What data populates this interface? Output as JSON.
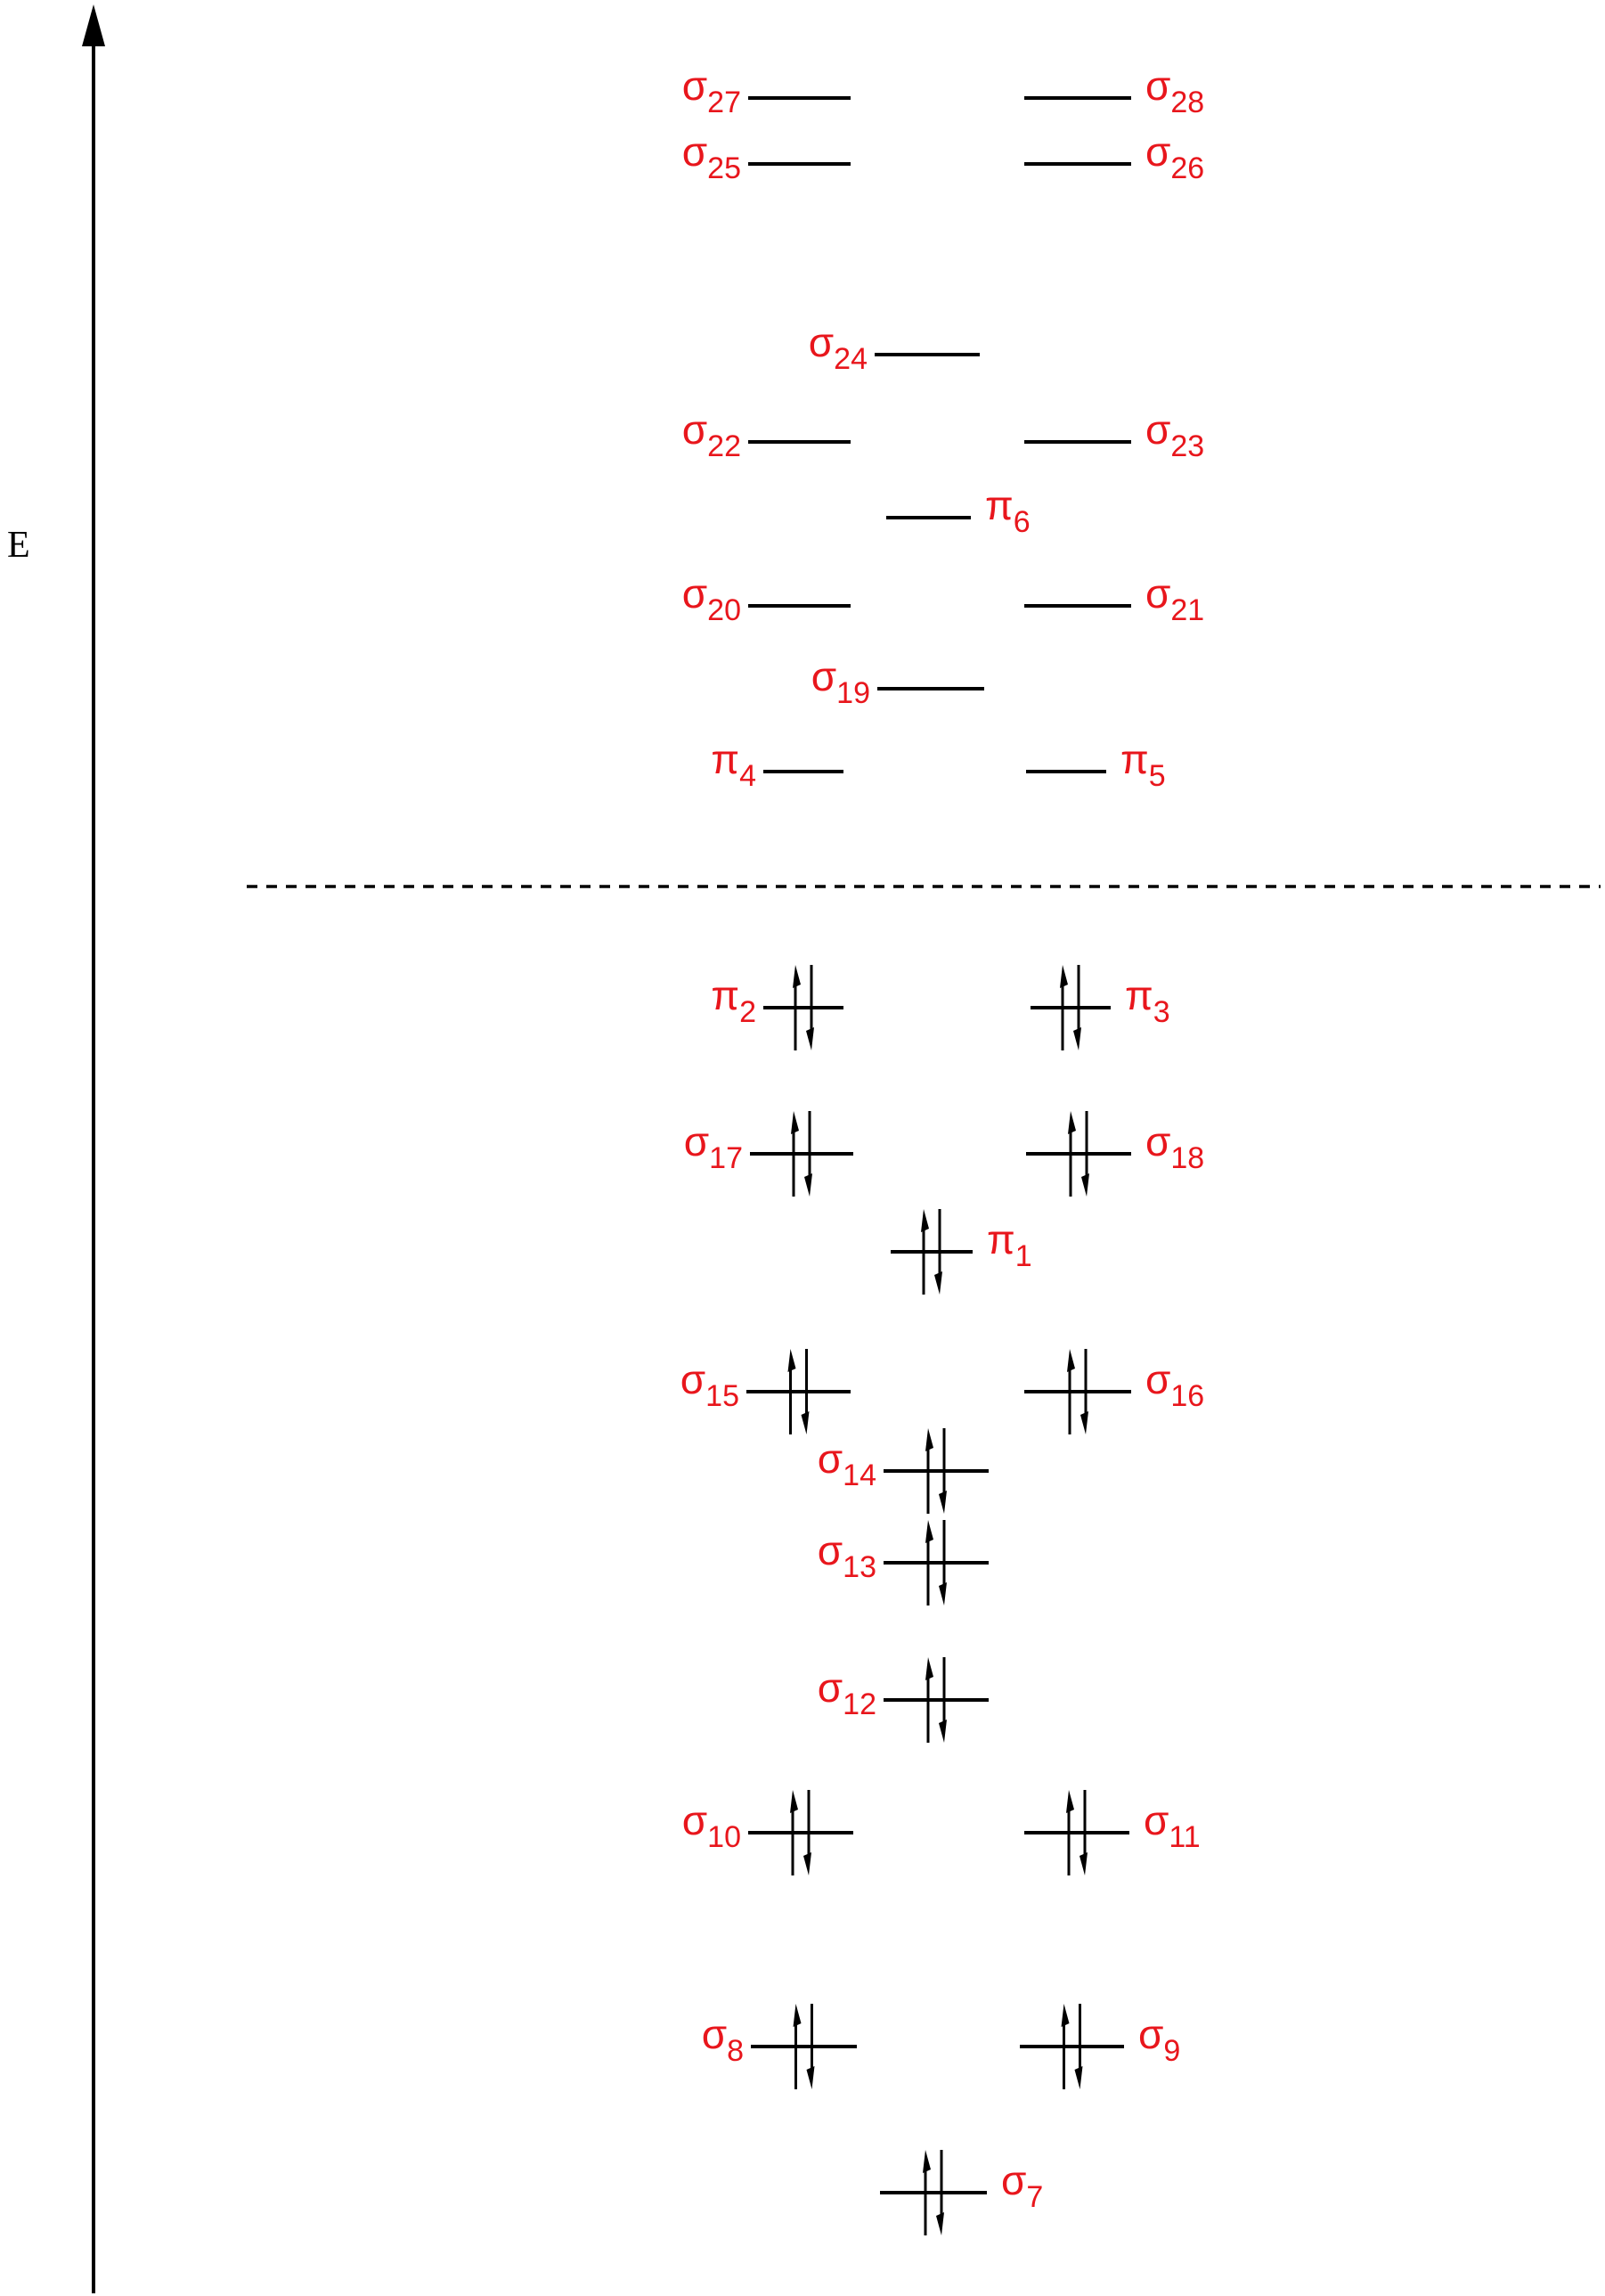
{
  "axis": {
    "label": "E"
  },
  "occupied_marker": "paired-electrons (up/down arrows)",
  "orbitals": [
    {
      "id": "sigma27",
      "symbol": "σ",
      "index": "27",
      "occupied": false
    },
    {
      "id": "sigma28",
      "symbol": "σ",
      "index": "28",
      "occupied": false
    },
    {
      "id": "sigma25",
      "symbol": "σ",
      "index": "25",
      "occupied": false
    },
    {
      "id": "sigma26",
      "symbol": "σ",
      "index": "26",
      "occupied": false
    },
    {
      "id": "sigma24",
      "symbol": "σ",
      "index": "24",
      "occupied": false
    },
    {
      "id": "sigma22",
      "symbol": "σ",
      "index": "22",
      "occupied": false
    },
    {
      "id": "sigma23",
      "symbol": "σ",
      "index": "23",
      "occupied": false
    },
    {
      "id": "pi6",
      "symbol": "π",
      "index": "6",
      "occupied": false
    },
    {
      "id": "sigma20",
      "symbol": "σ",
      "index": "20",
      "occupied": false
    },
    {
      "id": "sigma21",
      "symbol": "σ",
      "index": "21",
      "occupied": false
    },
    {
      "id": "sigma19",
      "symbol": "σ",
      "index": "19",
      "occupied": false
    },
    {
      "id": "pi4",
      "symbol": "π",
      "index": "4",
      "occupied": false
    },
    {
      "id": "pi5",
      "symbol": "π",
      "index": "5",
      "occupied": false
    },
    {
      "id": "pi2",
      "symbol": "π",
      "index": "2",
      "occupied": true
    },
    {
      "id": "pi3",
      "symbol": "π",
      "index": "3",
      "occupied": true
    },
    {
      "id": "sigma17",
      "symbol": "σ",
      "index": "17",
      "occupied": true
    },
    {
      "id": "sigma18",
      "symbol": "σ",
      "index": "18",
      "occupied": true
    },
    {
      "id": "pi1",
      "symbol": "π",
      "index": "1",
      "occupied": true
    },
    {
      "id": "sigma15",
      "symbol": "σ",
      "index": "15",
      "occupied": true
    },
    {
      "id": "sigma16",
      "symbol": "σ",
      "index": "16",
      "occupied": true
    },
    {
      "id": "sigma14",
      "symbol": "σ",
      "index": "14",
      "occupied": true
    },
    {
      "id": "sigma13",
      "symbol": "σ",
      "index": "13",
      "occupied": true
    },
    {
      "id": "sigma12",
      "symbol": "σ",
      "index": "12",
      "occupied": true
    },
    {
      "id": "sigma10",
      "symbol": "σ",
      "index": "10",
      "occupied": true
    },
    {
      "id": "sigma11",
      "symbol": "σ",
      "index": "11",
      "occupied": true
    },
    {
      "id": "sigma8",
      "symbol": "σ",
      "index": "8",
      "occupied": true
    },
    {
      "id": "sigma9",
      "symbol": "σ",
      "index": "9",
      "occupied": true
    },
    {
      "id": "sigma7",
      "symbol": "σ",
      "index": "7",
      "occupied": true
    }
  ],
  "colors": {
    "label": "#e8161c",
    "lines": "#000000"
  }
}
